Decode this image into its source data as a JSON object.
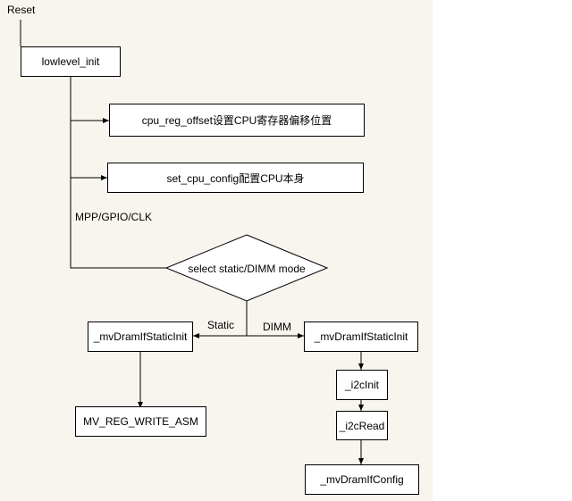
{
  "reset_label": "Reset",
  "lowlevel_init": "lowlevel_init",
  "cpu_reg_offset": "cpu_reg_offset设置CPU寄存器偏移位置",
  "set_cpu_config": "set_cpu_config配置CPU本身",
  "mpp_label": "MPP/GPIO/CLK",
  "decision": "select static/DIMM mode",
  "static_label": "Static",
  "dimm_label": "DIMM",
  "left_static_init": "_mvDramIfStaticInit",
  "right_static_init": "_mvDramIfStaticInit",
  "reg_write_asm": "MV_REG_WRITE_ASM",
  "i2c_init": "_i2cInit",
  "i2c_read": "_i2cRead",
  "dram_config": "_mvDramIfConfig"
}
